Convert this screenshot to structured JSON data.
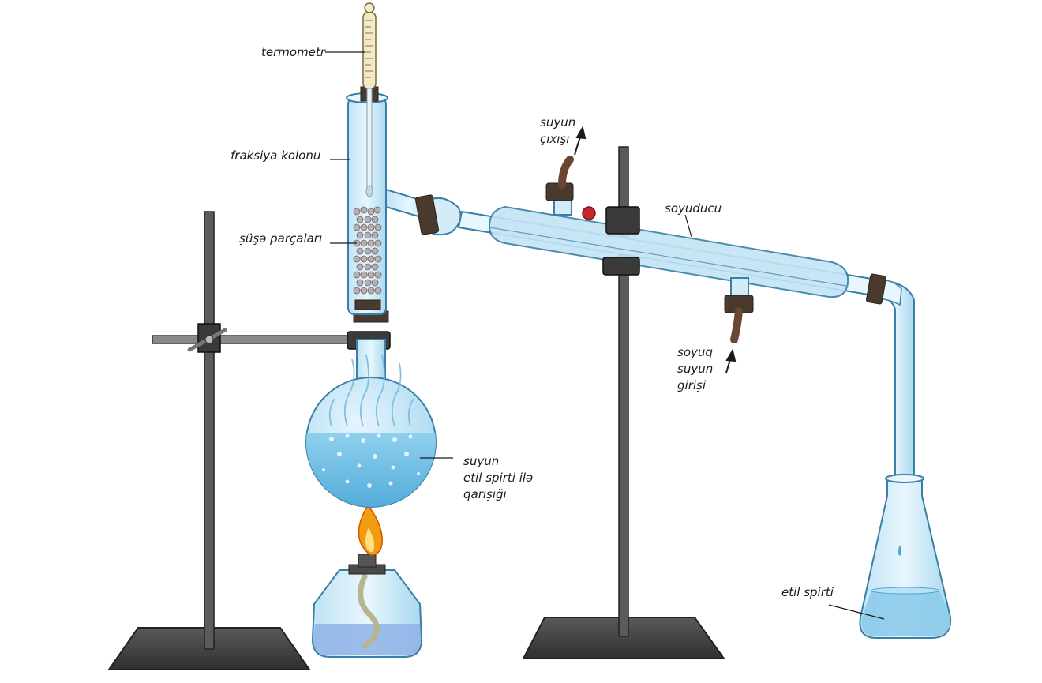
{
  "labels": {
    "thermometer": "termometr",
    "column": "fraksiya kolonu",
    "glass_pieces": "şüşə parçaları",
    "water_out": [
      "suyun",
      "çıxışı"
    ],
    "condenser": "soyuducu",
    "water_in": [
      "soyuq",
      "suyun",
      "girişi"
    ],
    "mixture": [
      "suyun",
      "etil spirti ilə",
      "qarışığı"
    ],
    "product": "etil spirti"
  },
  "colors": {
    "glass_fill": "#d4ecf8",
    "glass_stroke": "#3a7fa6",
    "liquid": "#7cc3e6",
    "rod": "#5b5b5b",
    "base": "#4a4a4a",
    "stopper": "#4a3a2e",
    "hose": "#6a4632",
    "clamp_knob": "#c62828",
    "flame_outer": "#f39c12",
    "flame_inner": "#ffe082"
  }
}
